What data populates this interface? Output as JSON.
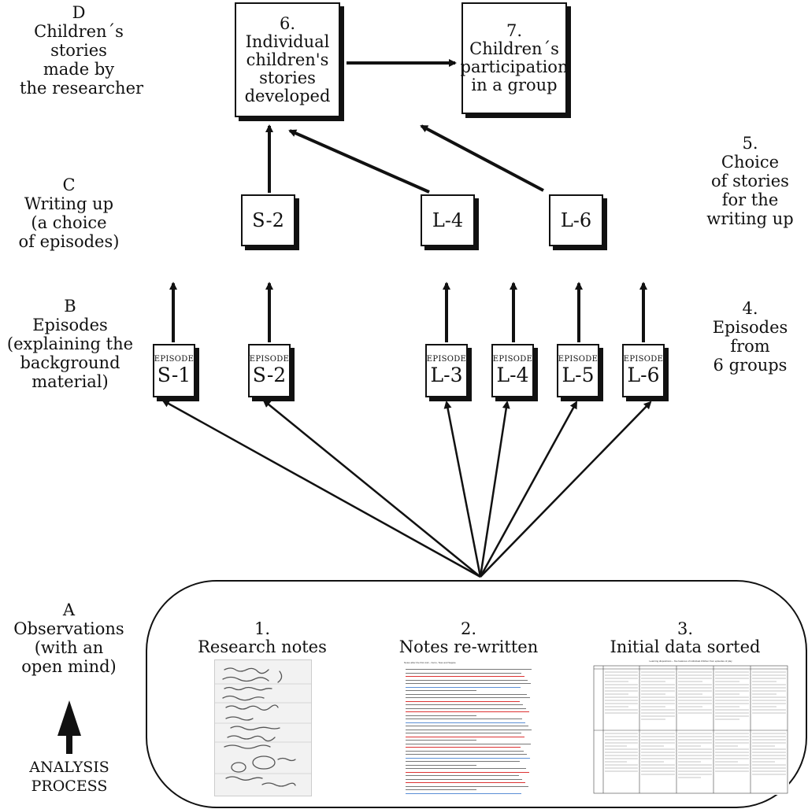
{
  "levels": {
    "D": [
      "D",
      "Children´s",
      "stories",
      "made by",
      "the researcher"
    ],
    "C": [
      "C",
      "Writing up",
      "(a choice",
      "of episodes)"
    ],
    "B": [
      "B",
      "Episodes",
      "(explaining the",
      "background",
      "material)"
    ],
    "A": [
      "A",
      "Observations",
      "(with an",
      "open mind)"
    ]
  },
  "analysis_process": [
    "ANALYSIS",
    "PROCESS"
  ],
  "steps": {
    "s6": [
      "6.",
      "Individual",
      "children's",
      "stories",
      "developed"
    ],
    "s7": [
      "7.",
      "Children´s",
      "participation",
      "in a group"
    ],
    "s5": [
      "5.",
      "Choice",
      "of stories",
      "for the",
      "writing up"
    ],
    "s4": [
      "4.",
      "Episodes",
      "from",
      "6 groups"
    ],
    "s1": [
      "1.",
      "Research notes"
    ],
    "s2": [
      "2.",
      "Notes re-written"
    ],
    "s3": [
      "3.",
      "Initial data sorted"
    ]
  },
  "writeups": [
    "S-2",
    "L-4",
    "L-6"
  ],
  "episode_label": "EPISODE",
  "episodes": [
    "S-1",
    "S-2",
    "L-3",
    "L-4",
    "L-5",
    "L-6"
  ],
  "thumbnails": {
    "rewritten_heading": "Notes after the first visit – Ferro, Tess and Sappie",
    "sorted_title": "Learning dispositions – five features of individual children from episodes of play"
  }
}
